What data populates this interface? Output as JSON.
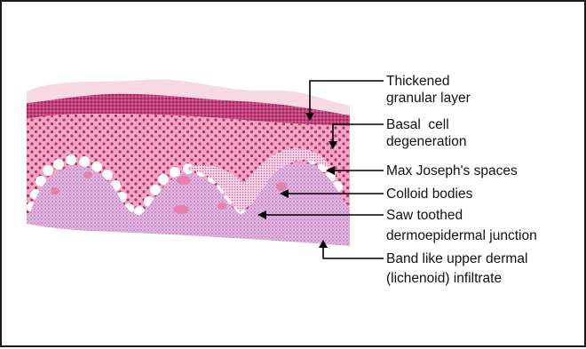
{
  "diagram": {
    "colors": {
      "stratum_corneum": "#f7d9e4",
      "granular_layer": "#c4407a",
      "epidermis": "#f2a6c4",
      "epidermis_dots": "#b4306a",
      "dermis_infiltrate": "#e3b8e0",
      "infiltrate_dots": "#b05fb0",
      "colloid_bodies": "#e87fae",
      "spaces": "#ffffff",
      "leader_lines": "#000000"
    },
    "labels": [
      {
        "line1": "Thickened",
        "line2": "granular layer"
      },
      {
        "line1": "Basal  cell",
        "line2": "degeneration"
      },
      {
        "line1": "Max Joseph's spaces",
        "line2": ""
      },
      {
        "line1": "Colloid bodies",
        "line2": ""
      },
      {
        "line1": "Saw toothed",
        "line2": "dermoepidermal junction"
      },
      {
        "line1": "Band like upper dermal",
        "line2": "(lichenoid) infiltrate"
      }
    ]
  }
}
